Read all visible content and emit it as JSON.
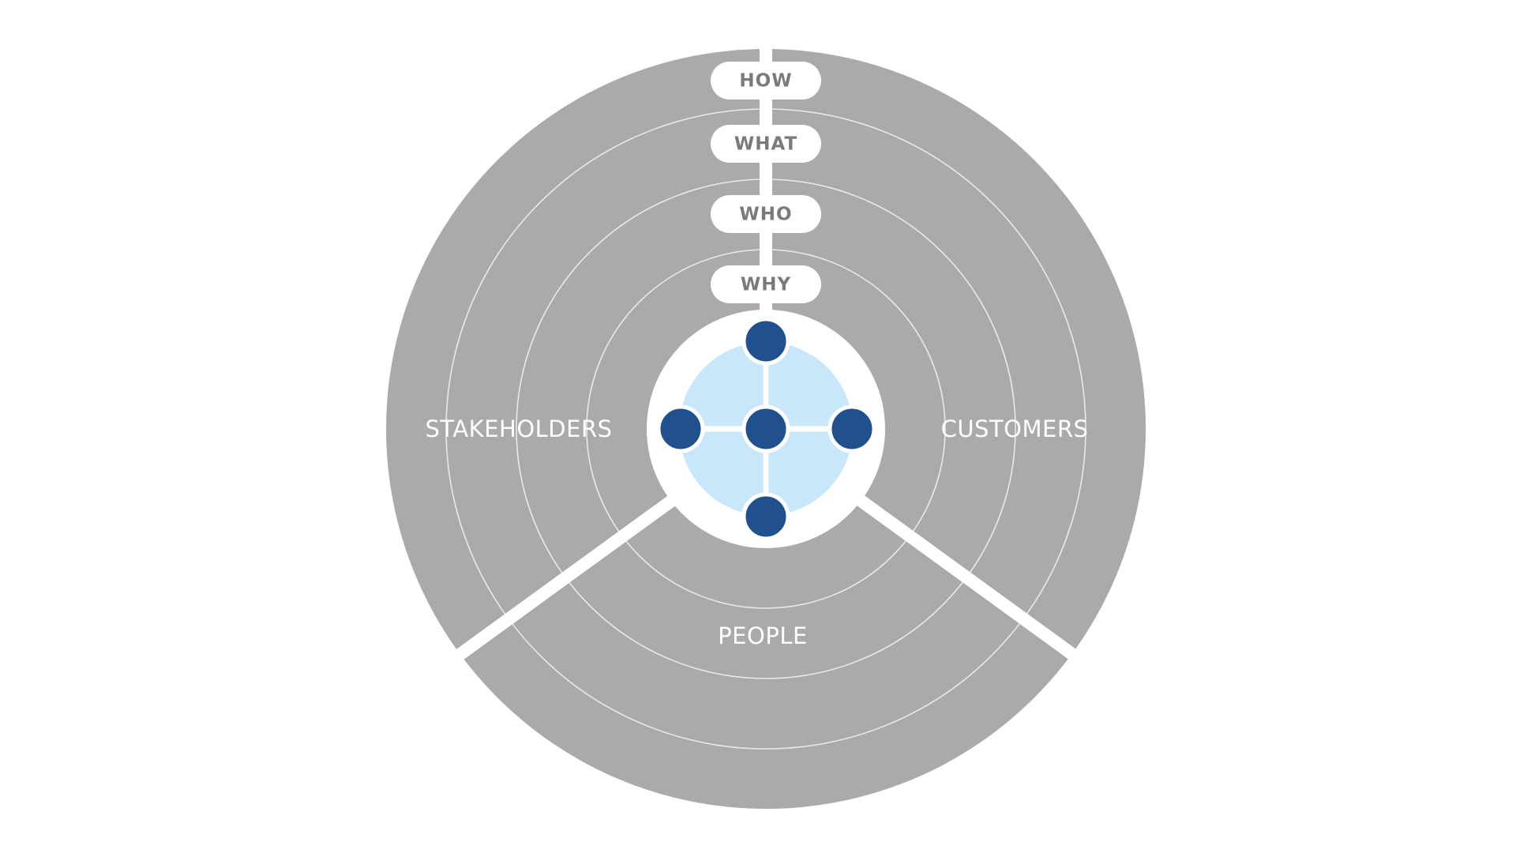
{
  "diagram": {
    "rings": [
      {
        "label": "WHY"
      },
      {
        "label": "WHO"
      },
      {
        "label": "WHAT"
      },
      {
        "label": "HOW"
      }
    ],
    "sectors": {
      "left": "STAKEHOLDERS",
      "right": "CUSTOMERS",
      "bottom": "PEOPLE"
    },
    "colors": {
      "ring_fill": "#aaaaaa",
      "ring_line": "#e9e9e9",
      "separator": "#ffffff",
      "core_fill": "#c9e7fa",
      "node_fill": "#20508e",
      "pill_text": "#7a7a7a",
      "sector_text": "#ffffff"
    },
    "core_nodes": [
      {
        "name": "top"
      },
      {
        "name": "left"
      },
      {
        "name": "center"
      },
      {
        "name": "right"
      },
      {
        "name": "bottom"
      }
    ]
  }
}
